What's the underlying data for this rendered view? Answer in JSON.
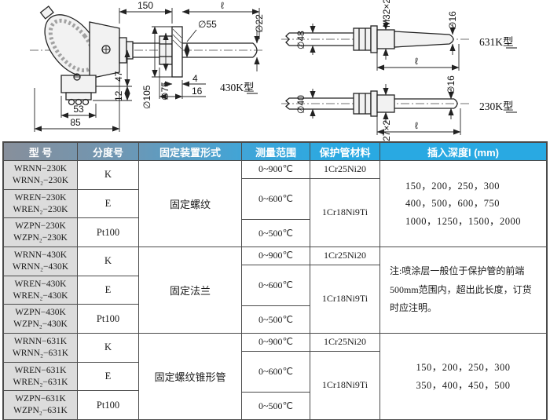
{
  "drawing": {
    "left": {
      "label": "430K型",
      "len": "150",
      "ell": "ℓ",
      "d55": "∅55",
      "d22": "∅22",
      "d47": "47",
      "d12": "12",
      "d105": "∅105",
      "d75": "∅75",
      "d4": "4",
      "d16": "16",
      "d53": "53",
      "d85": "85"
    },
    "tr": {
      "label": "631K型",
      "d48": "∅48",
      "thread": "M32×2",
      "d16": "∅16",
      "ell": "ℓ"
    },
    "br": {
      "label": "230K型",
      "d40": "∅40",
      "thread": "M27×2",
      "d16": "∅16",
      "ell": "ℓ"
    }
  },
  "table": {
    "headers": [
      "型  号",
      "分度号",
      "固定装置形式",
      "测量范围",
      "保护管材料",
      "插入深度l (mm)"
    ],
    "groups": [
      {
        "models": [
          [
            "WRNN−230K",
            "WRNN₂−230K"
          ],
          [
            "WREN−230K",
            "WREN₂−230K"
          ],
          [
            "WZPN−230K",
            "WZPN₂−230K"
          ]
        ],
        "grades": [
          "K",
          "E",
          "Pt100"
        ],
        "fixing": "固定螺纹",
        "ranges": [
          "0~900℃",
          "0~600℃",
          "0~500℃"
        ],
        "materials": [
          "1Cr25Ni20",
          "1Cr18Ni9Ti"
        ],
        "depth": [
          "150，200，250，300",
          "400，500，600，750",
          "1000，1250，1500，2000"
        ]
      },
      {
        "models": [
          [
            "WRNN−430K",
            "WRNN₂−430K"
          ],
          [
            "WREN−430K",
            "WREN₂−430K"
          ],
          [
            "WZPN−430K",
            "WZPN₂−430K"
          ]
        ],
        "grades": [
          "K",
          "E",
          "Pt100"
        ],
        "fixing": "固定法兰",
        "ranges": [
          "0~900℃",
          "0~600℃",
          "0~500℃"
        ],
        "materials": [
          "1Cr25Ni20",
          "1Cr18Ni9Ti"
        ],
        "note": "注:喷涂层一般位于保护管的前端500mm范围内，超出此长度，订货时应注明。"
      },
      {
        "models": [
          [
            "WRNN−631K",
            "WRNN₂−631K"
          ],
          [
            "WREN−631K",
            "WREN₂−631K"
          ],
          [
            "WZPN−631K",
            "WZPN₂−631K"
          ]
        ],
        "grades": [
          "K",
          "E",
          "Pt100"
        ],
        "fixing": "固定螺纹锥形管",
        "ranges": [
          "0~900℃",
          "0~600℃",
          "0~500℃"
        ],
        "materials": [
          "1Cr25Ni20",
          "1Cr18Ni9Ti"
        ],
        "depth": [
          "150，200，250，300",
          "350，400，450，500"
        ]
      }
    ],
    "colors": {
      "header_left": "#878f9b",
      "header_right": "#29a9e2",
      "model_bg": "#dcdcdc",
      "border": "#4a4a4a"
    }
  }
}
